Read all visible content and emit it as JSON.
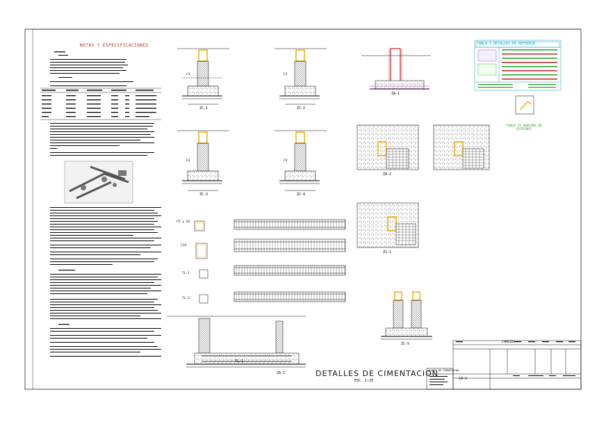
{
  "sheet": {
    "title": "DETALLES DE CIMENTACION",
    "scale": "ESC. 1:25",
    "sheet_code": "CA-2"
  },
  "notes": {
    "title": "NOTAS Y ESPECIFICACIONES"
  },
  "tables": {
    "rebar_table_title": "TABLA I DETALLES DE REFUERZO",
    "hook_table_title": "TABLA II DOBLADO DE ESTRIBOS"
  },
  "details": {
    "zc1": "ZC-1",
    "zc2": "ZC-2",
    "zc3": "ZC-3",
    "zc4": "ZC-4",
    "za1": "ZA-1",
    "za2": "ZA-2",
    "zs1": "ZS-1",
    "tl1": "TL-1",
    "za1b": "ZA-1",
    "zc5": "ZC-5"
  },
  "sections": {
    "c1": "C1",
    "c2": "C2",
    "c3": "C3",
    "c4": "C4",
    "c5c6": "C5 y C6",
    "c14": "C14",
    "tl1s": "TL-1",
    "tl2s": "TL-2"
  },
  "title_block": {
    "header": "CAMBIOS",
    "plan_label": "PLANTA DE CIMENTACION"
  },
  "colors": {
    "line": "#000000",
    "red": "#c02020",
    "yellow": "#f0b000",
    "green": "#20a020",
    "cyan": "#00a0c0",
    "magenta": "#d000d0"
  }
}
